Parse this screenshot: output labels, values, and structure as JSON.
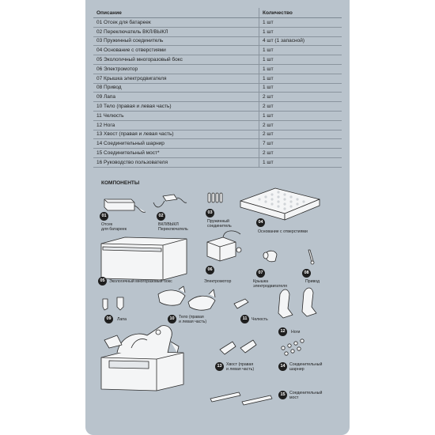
{
  "table": {
    "headers": {
      "description": "Описание",
      "quantity": "Количество"
    },
    "rows": [
      {
        "description": "01  Отсек для батареек",
        "quantity": "1 шт"
      },
      {
        "description": "02  Переключатель ВКЛ/ВЫКЛ",
        "quantity": "1 шт"
      },
      {
        "description": "03  Пружинный соединитель",
        "quantity": "4 шт (1 запасной)"
      },
      {
        "description": "04  Основание с отверстиями",
        "quantity": "1 шт"
      },
      {
        "description": "05  Экологичный многоразовый бокс",
        "quantity": "1 шт"
      },
      {
        "description": "06  Электромотор",
        "quantity": "1 шт"
      },
      {
        "description": "07  Крышка электродвигателя",
        "quantity": "1 шт"
      },
      {
        "description": "08  Привод",
        "quantity": "1 шт"
      },
      {
        "description": "09  Лапа",
        "quantity": "2 шт"
      },
      {
        "description": "10  Тело (правая и левая часть)",
        "quantity": "2 шт"
      },
      {
        "description": "11  Челюсть",
        "quantity": "1 шт"
      },
      {
        "description": "12  Нога",
        "quantity": "2 шт"
      },
      {
        "description": "13  Хвост (правая и левая часть)",
        "quantity": "2 шт"
      },
      {
        "description": "14  Соединительный шарнир",
        "quantity": "7 шт"
      },
      {
        "description": "15  Соединительный мост*",
        "quantity": "2 шт"
      },
      {
        "description": "16  Руководство пользователя",
        "quantity": "1 шт"
      }
    ]
  },
  "components": {
    "title": "КОМПОНЕНТЫ",
    "items": [
      {
        "number": "01",
        "caption": "Отсек\nдля батареек"
      },
      {
        "number": "02",
        "caption": "ВКЛ/ВЫКЛ\nПереключатель"
      },
      {
        "number": "03",
        "caption": "Пружинный\nсоединитель"
      },
      {
        "number": "04",
        "caption": "Основание с отверстиями"
      },
      {
        "number": "05",
        "caption": "Экологичный многоразовый бокс"
      },
      {
        "number": "06",
        "caption": "Электромотор"
      },
      {
        "number": "07",
        "caption": "Крышка\nэлектродвигателя"
      },
      {
        "number": "08",
        "caption": "Привод"
      },
      {
        "number": "09",
        "caption": "Лапа"
      },
      {
        "number": "10",
        "caption": "Тело (правая\nи левая часть)"
      },
      {
        "number": "11",
        "caption": "Челюсть"
      },
      {
        "number": "12",
        "caption": "Ноги"
      },
      {
        "number": "13",
        "caption": "Хвост (правая\nи левая часть)"
      },
      {
        "number": "14",
        "caption": "Соединительный\nшарнир"
      },
      {
        "number": "15",
        "caption": "Соединительный\nмост"
      }
    ]
  }
}
